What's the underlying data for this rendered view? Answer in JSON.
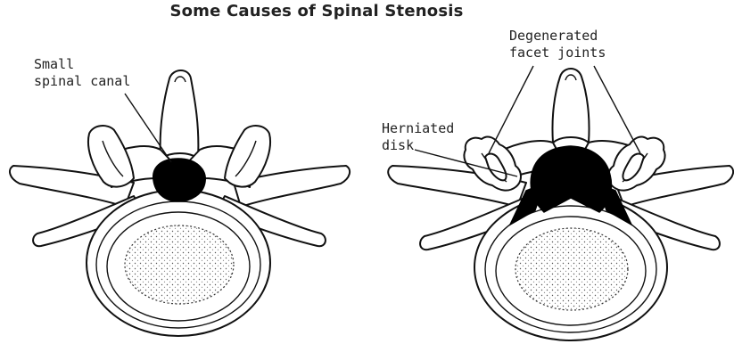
{
  "title": "Some Causes of Spinal Stenosis",
  "labels": {
    "small_canal": "Small\nspinal canal",
    "herniated_disk": "Herniated\ndisk",
    "degenerated_facets": "Degenerated\nfacet joints"
  },
  "colors": {
    "line": "#111111",
    "canal_fill": "#000000",
    "background": "#ffffff"
  }
}
